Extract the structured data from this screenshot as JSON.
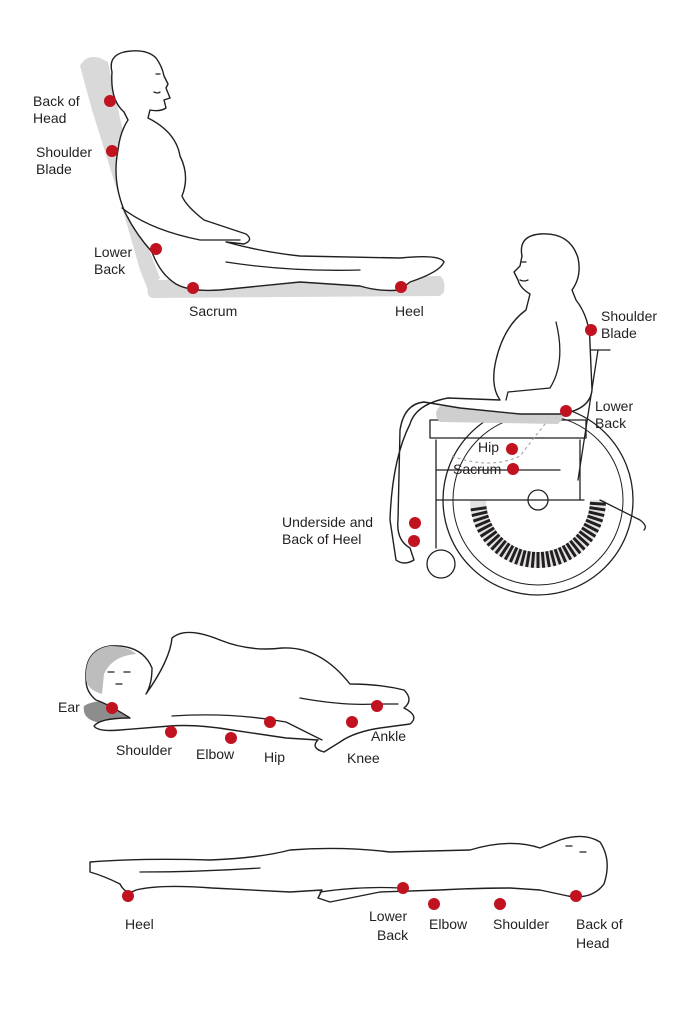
{
  "colors": {
    "pressure_point": "#c1121f",
    "outline": "#231f20",
    "support_shade": "#d9d9d9"
  },
  "figures": {
    "reclining": {
      "labels": {
        "back_of_head": [
          "Back of",
          "Head"
        ],
        "shoulder_blade": [
          "Shoulder",
          "Blade"
        ],
        "lower_back": [
          "Lower",
          "Back"
        ],
        "sacrum": [
          "Sacrum"
        ],
        "heel": [
          "Heel"
        ]
      }
    },
    "wheelchair": {
      "labels": {
        "shoulder_blade": [
          "Shoulder",
          "Blade"
        ],
        "lower_back": [
          "Lower",
          "Back"
        ],
        "hip": [
          "Hip"
        ],
        "sacrum": [
          "Sacrum"
        ],
        "heel": [
          "Underside and",
          "Back of Heel"
        ]
      }
    },
    "side_lying": {
      "labels": {
        "ear": [
          "Ear"
        ],
        "shoulder": [
          "Shoulder"
        ],
        "elbow": [
          "Elbow"
        ],
        "hip": [
          "Hip"
        ],
        "ankle": [
          "Ankle"
        ],
        "knee": [
          "Knee"
        ]
      }
    },
    "supine": {
      "labels": {
        "heel": [
          "Heel"
        ],
        "lower_back": [
          "Lower",
          "Back"
        ],
        "elbow": [
          "Elbow"
        ],
        "shoulder": [
          "Shoulder"
        ],
        "back_of_head": [
          "Back of",
          "Head"
        ]
      }
    }
  }
}
